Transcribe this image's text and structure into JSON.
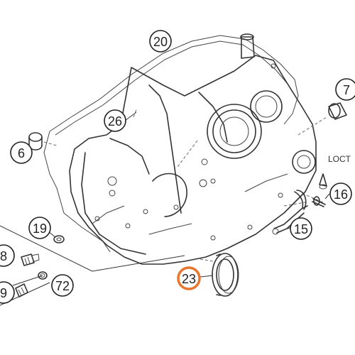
{
  "colors": {
    "line": "#333333",
    "highlight": "#e8772e",
    "background": "#ffffff"
  },
  "callouts": {
    "c20": "20",
    "c26": "26",
    "c7": "7",
    "c6": "6",
    "c16": "16",
    "c15": "15",
    "c19": "19",
    "c8": "8",
    "c72": "72",
    "c23": "23",
    "c9": "9"
  },
  "highlighted_callout": "23",
  "note_label": "LOCT"
}
